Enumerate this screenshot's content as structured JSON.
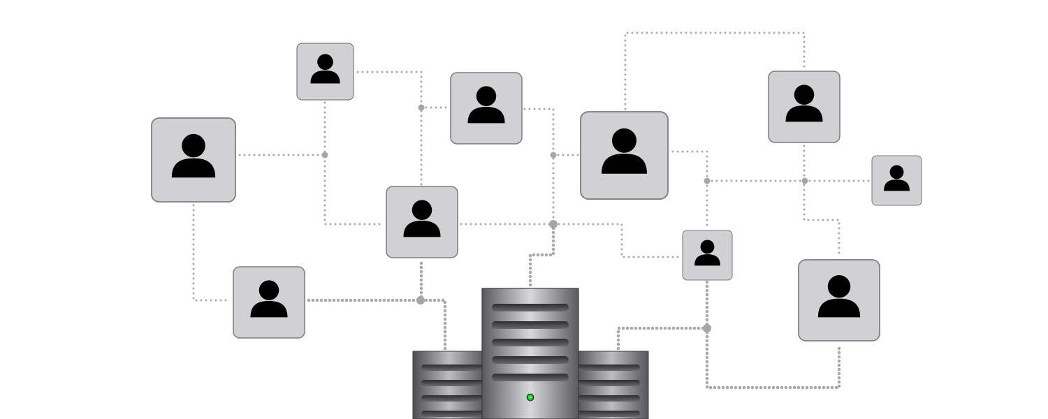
{
  "diagram": {
    "type": "network",
    "nodes": [
      {
        "id": "user-1",
        "kind": "user",
        "icon": "person-icon"
      },
      {
        "id": "user-2",
        "kind": "user",
        "icon": "person-icon"
      },
      {
        "id": "user-3",
        "kind": "user",
        "icon": "person-icon"
      },
      {
        "id": "user-4",
        "kind": "user",
        "icon": "person-icon"
      },
      {
        "id": "user-5",
        "kind": "user",
        "icon": "person-icon"
      },
      {
        "id": "user-6",
        "kind": "user",
        "icon": "person-icon"
      },
      {
        "id": "user-7",
        "kind": "user",
        "icon": "person-icon"
      },
      {
        "id": "user-8",
        "kind": "user",
        "icon": "person-icon"
      },
      {
        "id": "user-9",
        "kind": "user",
        "icon": "person-icon"
      },
      {
        "id": "user-10",
        "kind": "user",
        "icon": "person-icon"
      },
      {
        "id": "user-11",
        "kind": "user",
        "icon": "person-icon"
      },
      {
        "id": "server",
        "kind": "server",
        "icon": "server-rack-icon",
        "status_led": "#2fbf3a"
      }
    ],
    "colors": {
      "background": "#ffffff",
      "node_fill": "#d1d1d3",
      "node_border": "#7e7e80",
      "person_icon": "#000000",
      "connector": "#a9a9a9",
      "server_metal": "#8a8a8a"
    },
    "connector_style": "dotted"
  }
}
